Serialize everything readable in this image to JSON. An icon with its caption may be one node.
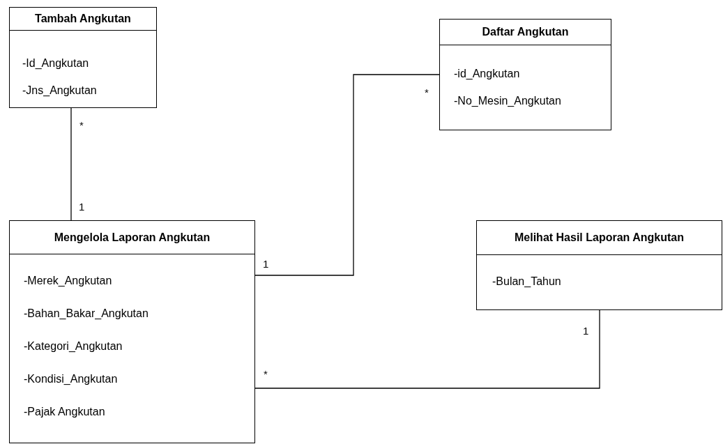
{
  "diagram": {
    "nodes": [
      {
        "text": [
          "Tambah Angkutan",
          "-Id_Angkutan",
          "-Jns_Angkutan"
        ]
      },
      {
        "text": [
          "Daftar Angkutan",
          "-id_Angkutan",
          "-No_Mesin_Angkutan"
        ]
      },
      {
        "text": [
          "Mengelola Laporan Angkutan",
          "-Merek_Angkutan",
          "-Bahan_Bakar_Angkutan",
          "-Kategori_Angkutan",
          "-Kondisi_Angkutan",
          "-Pajak Angkutan"
        ]
      },
      {
        "text": [
          "Melihat Hasil Laporan Angkutan",
          "-Bulan_Tahun"
        ]
      }
    ],
    "edges": [
      {
        "from": 0,
        "to": 2,
        "arrow": "none"
      },
      {
        "from": 2,
        "to": 1,
        "arrow": "none"
      },
      {
        "from": 2,
        "to": 3,
        "arrow": "none"
      }
    ],
    "labels": [
      "*",
      "*",
      "1",
      "1",
      "1",
      "*"
    ]
  }
}
